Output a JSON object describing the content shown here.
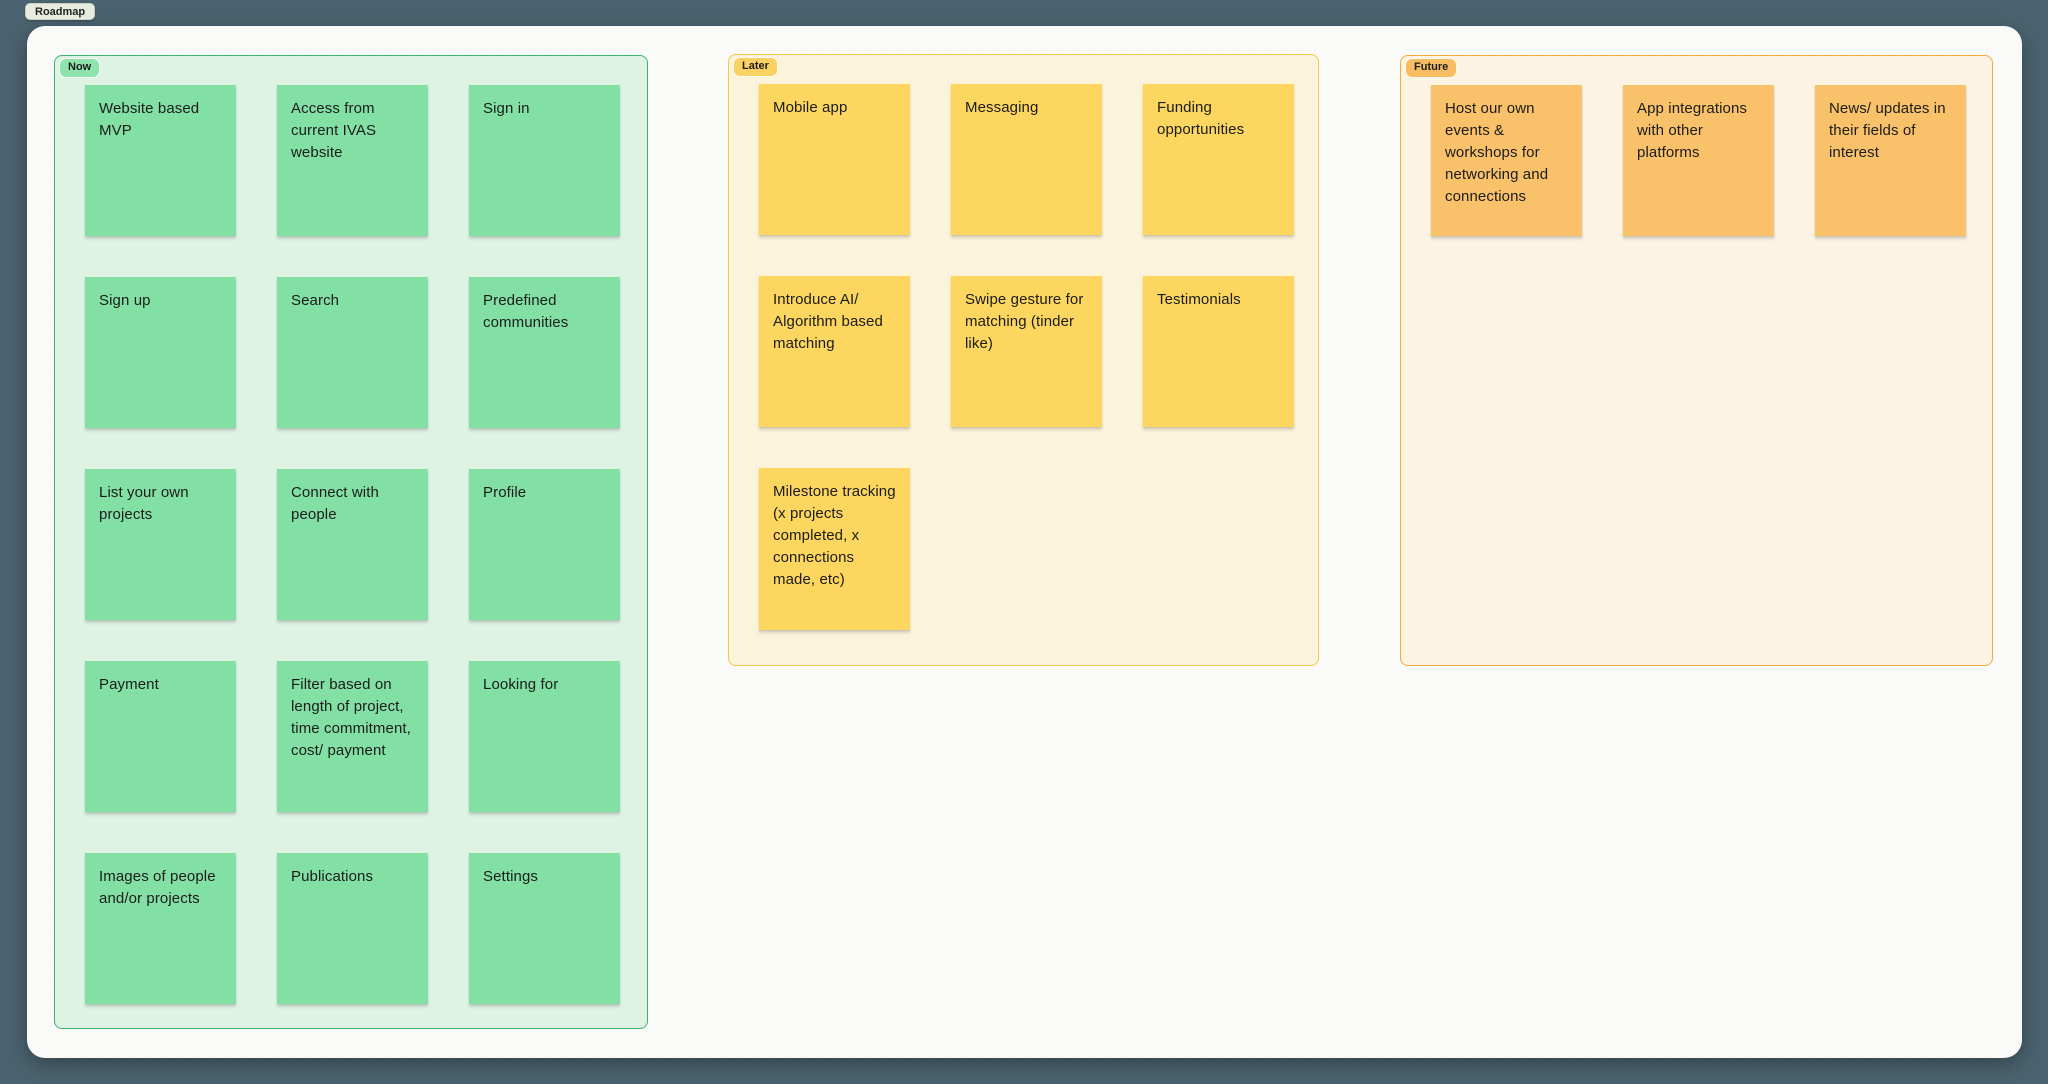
{
  "page": {
    "title": "Roadmap"
  },
  "theme": {
    "canvas_bg": "#4B6370",
    "board_bg": "#FAFAF8",
    "note_text": "#1C1C1C"
  },
  "sections": [
    {
      "id": "now",
      "label": "Now",
      "colors": {
        "border": "#3EB26C",
        "background": "#DFF3E5",
        "note": "#82E0A4",
        "tag": "#8FE3AD"
      },
      "notes": [
        "Website based MVP",
        "Access from current IVAS website",
        "Sign in",
        "Sign up",
        "Search",
        "Predefined communities",
        "List your own projects",
        "Connect with people",
        "Profile",
        "Payment",
        "Filter based on length of project, time commitment, cost/ payment",
        "Looking for",
        "Images of people and/or projects",
        "Publications",
        "Settings"
      ]
    },
    {
      "id": "later",
      "label": "Later",
      "colors": {
        "border": "#F4C64A",
        "background": "#FCF4DA",
        "note": "#FCD65F",
        "tag": "#FBD164"
      },
      "notes": [
        "Mobile app",
        "Messaging",
        "Funding opportunities",
        "Introduce AI/ Algorithm based matching",
        "Swipe gesture for matching (tinder like)",
        "Testimonials",
        "Milestone tracking (x projects completed, x connections made, etc)"
      ]
    },
    {
      "id": "future",
      "label": "Future",
      "colors": {
        "border": "#F3A93F",
        "background": "#FCF3E3",
        "note": "#F9C169",
        "tag": "#F8BD62"
      },
      "notes": [
        "Host our own events & workshops for networking and connections",
        "App integrations with other platforms",
        "News/ updates in their fields of interest"
      ]
    }
  ]
}
